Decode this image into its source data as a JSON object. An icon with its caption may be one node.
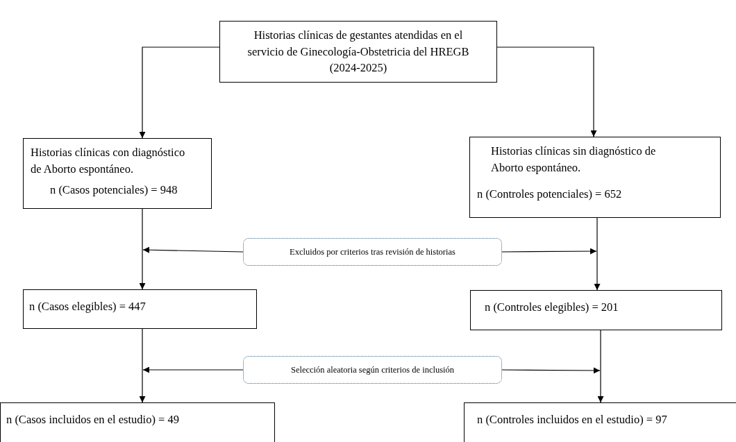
{
  "diagram": {
    "nodes": [
      {
        "text": [
          "Historias clínicas de gestantes atendidas en el servicio de Ginecología-Obstetricia del HREGB (2024-2025)"
        ]
      },
      {
        "text": [
          "Historias clínicas con diagnóstico de Aborto espontáneo.",
          "n (Casos potenciales) = 948"
        ]
      },
      {
        "text": [
          "Historias clínicas sin diagnóstico de Aborto espontáneo.",
          "n (Controles potenciales) = 652"
        ]
      },
      {
        "text": [
          "Excluidos por criterios tras revisión de historias"
        ]
      },
      {
        "text": [
          "n (Casos elegibles) = 447"
        ]
      },
      {
        "text": [
          "n (Controles elegibles) = 201"
        ]
      },
      {
        "text": [
          "Selección aleatoria según criterios de inclusión"
        ]
      },
      {
        "text": [
          "n (Casos incluidos en el estudio) = 49"
        ]
      },
      {
        "text": [
          "n (Controles incluidos en el estudio) = 97"
        ]
      }
    ],
    "edges": [
      {
        "from": 0,
        "to": 1,
        "arrow": "to"
      },
      {
        "from": 0,
        "to": 2,
        "arrow": "to"
      },
      {
        "from": 1,
        "to": 4,
        "arrow": "to"
      },
      {
        "from": 2,
        "to": 5,
        "arrow": "to"
      },
      {
        "from": 3,
        "to": null,
        "arrow": "to"
      },
      {
        "from": 3,
        "to": null,
        "arrow": "to"
      },
      {
        "from": 4,
        "to": 7,
        "arrow": "to"
      },
      {
        "from": 5,
        "to": 8,
        "arrow": "to"
      },
      {
        "from": 6,
        "to": null,
        "arrow": "to"
      },
      {
        "from": 6,
        "to": null,
        "arrow": "to"
      }
    ]
  }
}
